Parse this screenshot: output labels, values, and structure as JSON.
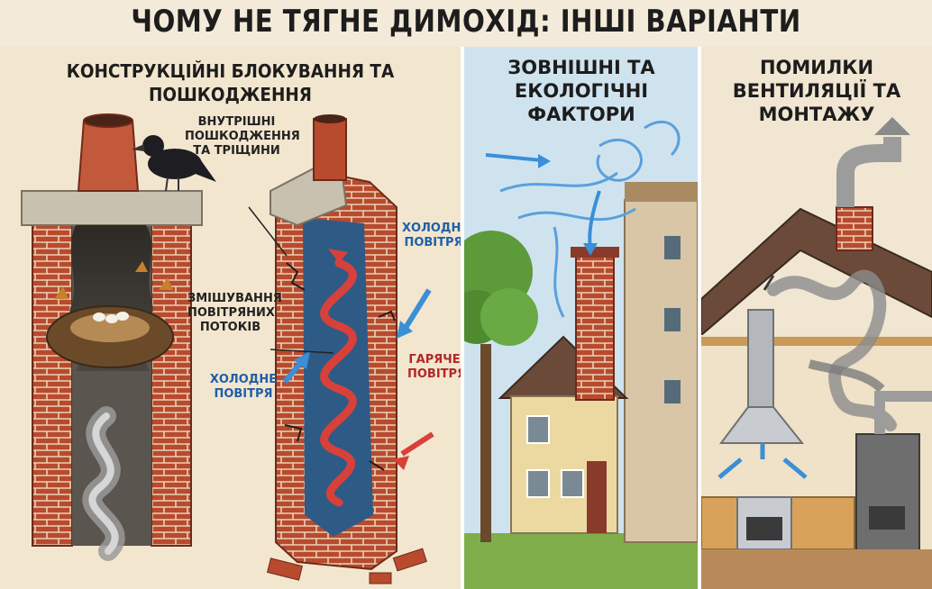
{
  "title": "ЧОМУ НЕ ТЯГНЕ ДИМОХІД: ІНШІ ВАРІАНТИ",
  "panels": [
    {
      "title": "КОНСТРУКЦІЙНІ БЛОКУВАННЯ ТА ПОШКОДЖЕННЯ",
      "labels": {
        "damage": "ВНУТРІШНІ ПОШКОДЖЕННЯ ТА ТРІЩИНИ",
        "cold_air_top": "ХОЛОДНЕ ПОВІТРЯ",
        "mixing": "ЗМІШУВАННЯ ПОВІТРЯНИХ ПОТОКІВ",
        "hot_air": "ГАРЯЧЕ ПОВІТРЯ",
        "cold_air_bottom": "ХОЛОДНЕ ПОВІТРЯ"
      }
    },
    {
      "title": "ЗОВНІШНІ ТА ЕКОЛОГІЧНІ ФАКТОРИ"
    },
    {
      "title": "ПОМИЛКИ ВЕНТИЛЯЦІЇ ТА МОНТАЖУ"
    }
  ],
  "colors": {
    "brick": "#b84a2e",
    "cold_arrow": "#3a8fd6",
    "hot_arrow": "#d8403a",
    "smoke": "#8c8c8c",
    "sky": "#cfe3ef",
    "grass": "#7fae4a"
  }
}
